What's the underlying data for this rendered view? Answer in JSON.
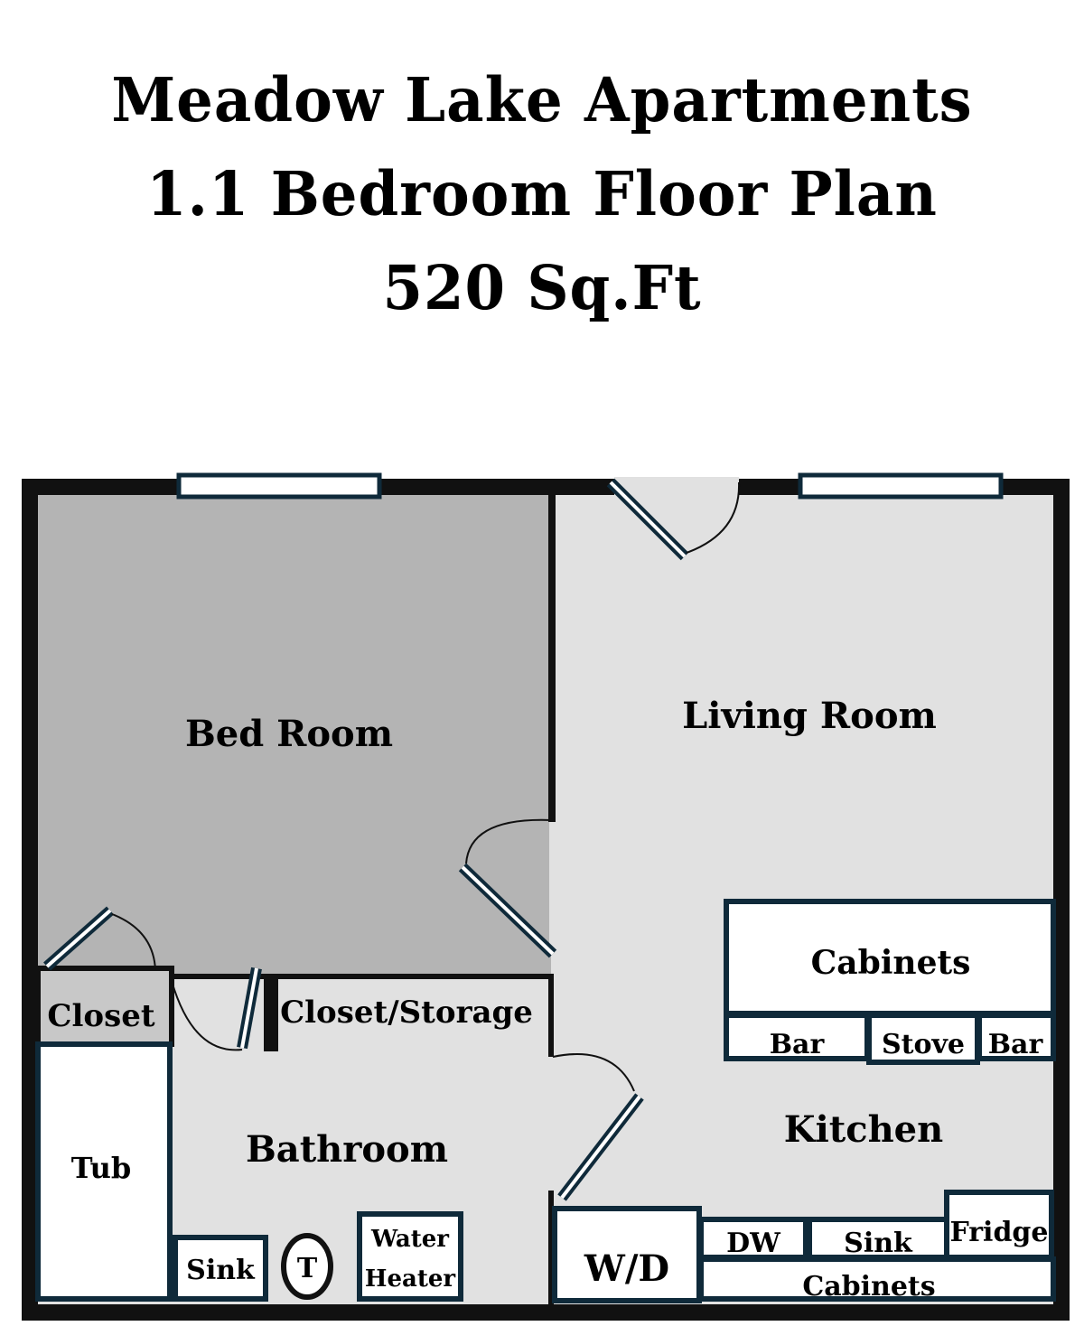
{
  "title": {
    "line1": "Meadow Lake Apartments",
    "line2": "1.1 Bedroom Floor Plan",
    "line3": "520 Sq.Ft"
  },
  "rooms": {
    "bedroom": "Bed Room",
    "living_room": "Living Room",
    "closet": "Closet",
    "closet_storage": "Closet/Storage",
    "bathroom": "Bathroom",
    "kitchen": "Kitchen"
  },
  "fixtures": {
    "tub": "Tub",
    "bath_sink": "Sink",
    "toilet": "T",
    "water_heater_line1": "Water",
    "water_heater_line2": "Heater",
    "washer_dryer": "W/D",
    "dishwasher": "DW",
    "kitchen_sink": "Sink",
    "fridge": "Fridge",
    "lower_cabinets": "Cabinets",
    "upper_cabinets": "Cabinets",
    "bar_left": "Bar",
    "stove": "Stove",
    "bar_right": "Bar"
  },
  "colors": {
    "wall": "#111111",
    "bedroom_floor": "#b4b4b4",
    "main_floor": "#e1e1e1",
    "closet_floor": "#c8c8c8",
    "fixture_fill": "#ffffff",
    "fixture_outline": "#0f2a3a"
  }
}
